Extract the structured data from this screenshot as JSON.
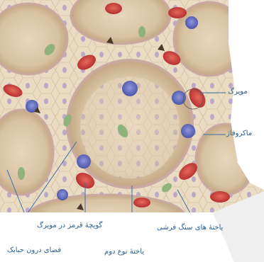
{
  "labels": {
    "capillary": "مویرگ",
    "macrophage": "ماکروفاژ",
    "red_blood_cell": "گویچهٔ قرمز در مویرگ",
    "squamous_cell": "یاختهٔ های سنگ فرشی",
    "alveolar_space": "فضای درون حبابک",
    "type2_cell": "یاختهٔ نوع دوم"
  },
  "colors": {
    "label_text": "#2b5f93",
    "leader_line": "#3b6ea5",
    "tissue": "#e9dcc2",
    "cell_nucleus": "#a998c4",
    "red_blood_cell": "#c8393a",
    "macrophage": "#6d76c6",
    "type2_cell": "#8fb37a"
  }
}
